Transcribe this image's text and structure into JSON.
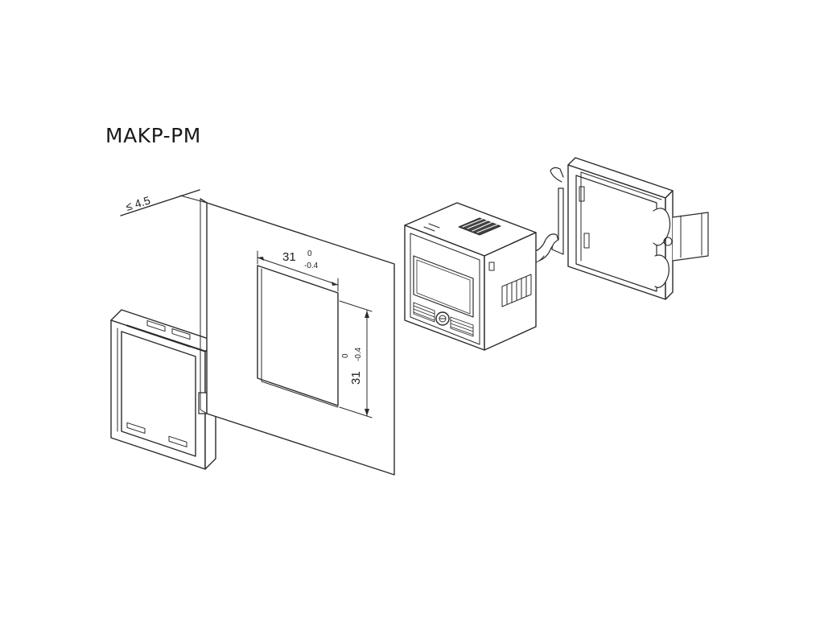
{
  "title": "MAKP-PM",
  "dimensions": {
    "thickness": "≤ 4.5",
    "width_value": "31",
    "width_tol_upper": "0",
    "width_tol_lower": "-0.4",
    "height_value": "31",
    "height_tol_upper": "0",
    "height_tol_lower": "-0.4"
  },
  "colors": {
    "line": "#2a2a2a",
    "background": "#ffffff"
  }
}
